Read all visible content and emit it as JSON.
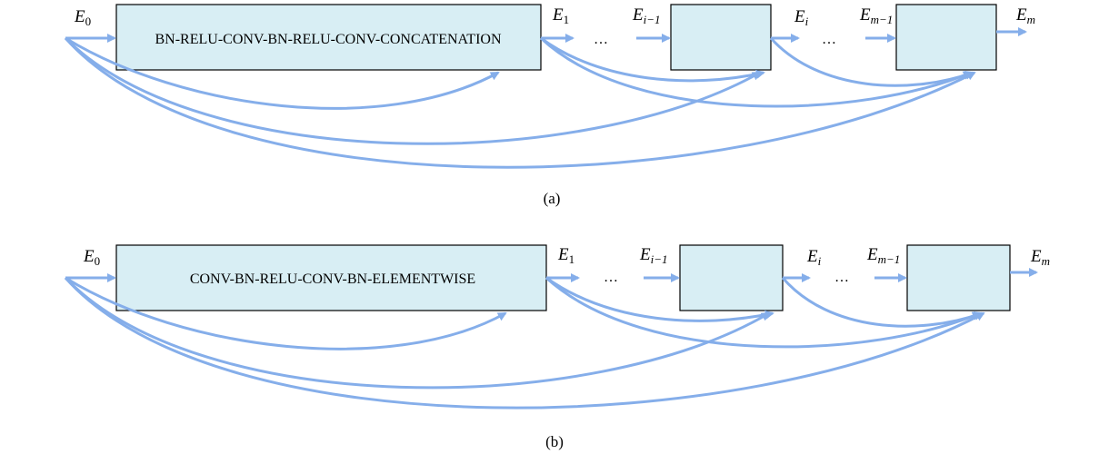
{
  "panel_a": {
    "caption": "(a)",
    "block_text": "BN-RELU-CONV-BN-RELU-CONV-CONCATENATION",
    "labels": {
      "e0": {
        "base": "E",
        "sub": "0"
      },
      "e1": {
        "base": "E",
        "sub": "1"
      },
      "ei_minus_1": {
        "base": "E",
        "sub": "i−1"
      },
      "ei": {
        "base": "E",
        "sub": "i"
      },
      "em_minus_1": {
        "base": "E",
        "sub": "m−1"
      },
      "em": {
        "base": "E",
        "sub": "m"
      }
    },
    "ellipsis": "…"
  },
  "panel_b": {
    "caption": "(b)",
    "block_text": "CONV-BN-RELU-CONV-BN-ELEMENTWISE",
    "labels": {
      "e0": {
        "base": "E",
        "sub": "0"
      },
      "e1": {
        "base": "E",
        "sub": "1"
      },
      "ei_minus_1": {
        "base": "E",
        "sub": "i−1"
      },
      "ei": {
        "base": "E",
        "sub": "i"
      },
      "em_minus_1": {
        "base": "E",
        "sub": "m−1"
      },
      "em": {
        "base": "E",
        "sub": "m"
      }
    },
    "ellipsis": "…"
  },
  "colors": {
    "block_fill": "#d8eef4",
    "arrow": "#85aeea"
  }
}
